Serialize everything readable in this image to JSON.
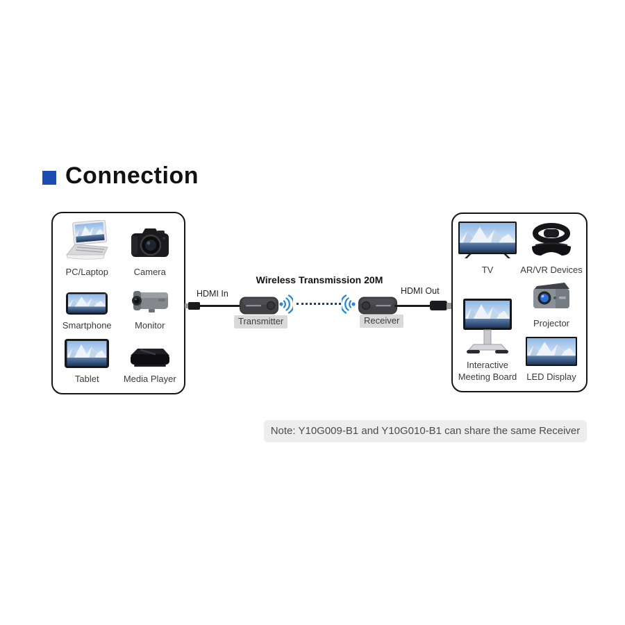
{
  "title": "Connection",
  "colors": {
    "accent_blue": "#1d4ab2",
    "wifi_blue": "#2b87d1",
    "device_body": "#414146",
    "tag_bg": "#d9d9d9",
    "note_bg": "#ededed"
  },
  "sources": {
    "items": [
      {
        "label": "PC/Laptop",
        "icon": "laptop-icon"
      },
      {
        "label": "Camera",
        "icon": "camera-icon"
      },
      {
        "label": "Smartphone",
        "icon": "smartphone-icon"
      },
      {
        "label": "Monitor",
        "icon": "security-camera-icon"
      },
      {
        "label": "Tablet",
        "icon": "tablet-icon"
      },
      {
        "label": "Media Player",
        "icon": "media-player-icon"
      }
    ]
  },
  "link": {
    "wireless_label": "Wireless Transmission 20M",
    "hdmi_in_label": "HDMI In",
    "hdmi_out_label": "HDMI Out",
    "transmitter_label": "Transmitter",
    "receiver_label": "Receiver"
  },
  "outputs": {
    "items": [
      {
        "label": "TV",
        "icon": "tv-icon"
      },
      {
        "label": "AR/VR Devices",
        "icon": "vr-headset-icon"
      },
      {
        "label": "Projector",
        "icon": "projector-icon"
      },
      {
        "label": "LED Display",
        "icon": "led-display-icon"
      },
      {
        "label": "Interactive Meeting Board",
        "icon": "meeting-board-icon"
      }
    ]
  },
  "note": {
    "text": "Note: Y10G009-B1 and Y10G010-B1 can share the same Receiver"
  }
}
